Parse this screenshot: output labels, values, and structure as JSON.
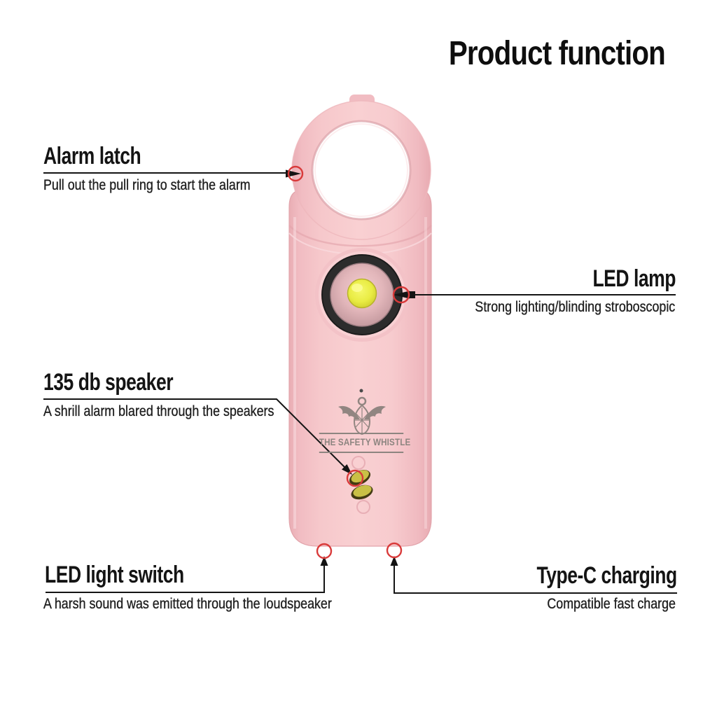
{
  "title": "Product function",
  "brand": {
    "label": "THE SAFETY WHISTLE"
  },
  "callouts": {
    "alarm_latch": {
      "heading": "Alarm latch",
      "description": "Pull out the pull ring to start the alarm"
    },
    "led_lamp": {
      "heading": "LED lamp",
      "description": "Strong lighting/blinding stroboscopic"
    },
    "speaker": {
      "heading": "135 db speaker",
      "description": "A shrill alarm blared through the speakers"
    },
    "led_switch": {
      "heading": "LED light switch",
      "description": "A harsh sound was emitted through the loudspeaker"
    },
    "type_c": {
      "heading": "Type-C charging",
      "description": "Compatible fast charge"
    }
  },
  "colors": {
    "background": "#ffffff",
    "body_pink": "#f7c9cc",
    "body_pink_shadow": "#e9adb4",
    "callout_red": "#d93a3a",
    "line_black": "#141414",
    "led_ring_black": "#2c2c2c",
    "led_yellow": "#e9ec44",
    "speaker_olive": "#c9c046",
    "brand_gray": "#8d8580"
  }
}
